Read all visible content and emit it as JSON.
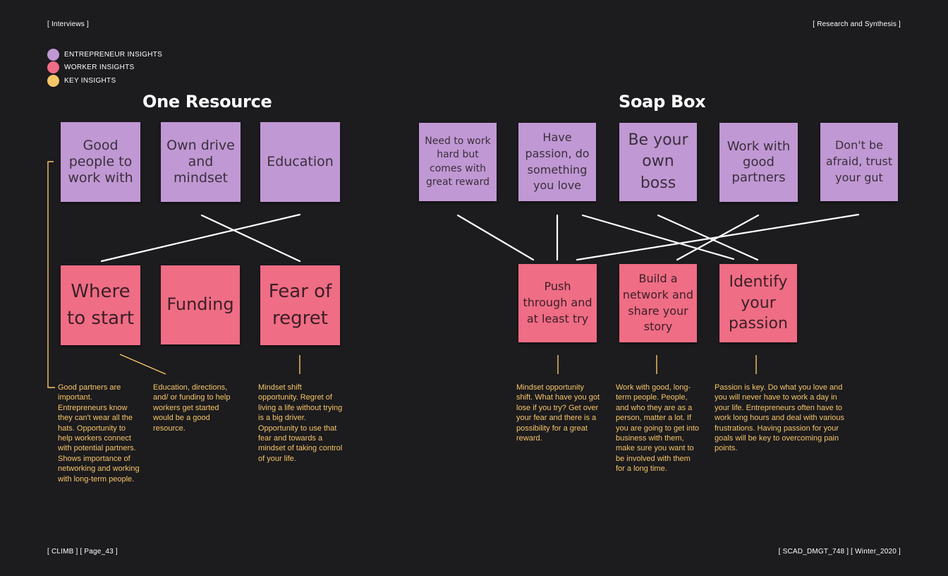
{
  "header": {
    "left": "[ Interviews ]",
    "right": "[ Research and Synthesis ]"
  },
  "footer": {
    "left": "[ CLIMB ] [ Page_43 ]",
    "right": "[ SCAD_DMGT_748 ] [ Winter_2020 ]"
  },
  "legend": [
    {
      "label": "ENTREPRENEUR INSIGHTS",
      "color": "#c098d4"
    },
    {
      "label": "WORKER INSIGHTS",
      "color": "#ef6d85"
    },
    {
      "label": "KEY INSIGHTS",
      "color": "#f5c667"
    }
  ],
  "one_resource": {
    "title": "One Resource",
    "entrepreneur_notes": [
      "Good people to work with",
      "Own drive and mindset",
      "Education"
    ],
    "worker_notes": [
      "Where to start",
      "Funding",
      "Fear of regret"
    ],
    "insights": [
      "Good partners are important. Entrepreneurs know they can't wear all the hats. Opportunity to help workers connect with potential partners. Shows importance of networking and working with long-term people.",
      "Education, directions, and/ or funding to help workers get started would be a good resource.",
      "Mindset shift opportunity. Regret of living a life without trying is a big driver. Opportunity to use that fear and towards a mindset of taking control of your life."
    ]
  },
  "soap_box": {
    "title": "Soap Box",
    "entrepreneur_notes": [
      "Need to work hard but comes with great reward",
      "Have passion, do something you love",
      "Be your own boss",
      "Work with good partners",
      "Don't be afraid, trust your gut"
    ],
    "worker_notes": [
      "Push through and at least try",
      "Build a network and share your story",
      "Identify your passion"
    ],
    "insights": [
      "Mindset opportunity shift. What have you got lose if you try? Get over your fear and there is a possibility for a great reward.",
      "Work with good, long-term people. People, and who they are as a person, matter a lot. If you are going to get into business with them, make sure you want to be involved with them for a long time.",
      "Passion is key. Do what you love and you will never have to work a day in your life. Entrepreneurs often have to work long hours and deal with various frustrations. Having passion for your goals will be key to overcoming pain points."
    ]
  }
}
